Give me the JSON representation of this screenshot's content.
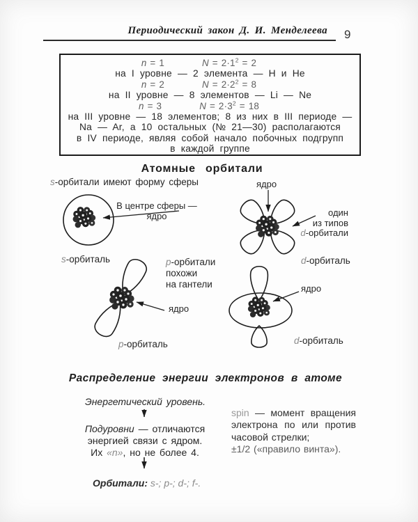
{
  "colors": {
    "ink": "#262626",
    "muted_gray": "#8a8a8a",
    "formula_gray": "#5f5f5f"
  },
  "page": {
    "number": "9"
  },
  "header": {
    "title": "Периодический закон Д. И. Менделеева"
  },
  "box": {
    "lines": [
      {
        "nL": "n",
        "nRest": " = 1",
        "NL": "N",
        "NMid": " = 2·1",
        "NSup": "2",
        "NPost": " = 2"
      },
      {
        "text": "на I уровне — 2 элемента — H и He"
      },
      {
        "nL": "n",
        "nRest": " = 2",
        "NL": "N",
        "NMid": " = 2·2",
        "NSup": "2",
        "NPost": " = 8"
      },
      {
        "text": "на II уровне — 8 элементов — Li — Ne"
      },
      {
        "nL": "n",
        "nRest": " = 3",
        "NL": "N",
        "NMid": " = 2·3",
        "NSup": "2",
        "NPost": " = 18"
      },
      {
        "text": "на III уровне — 18 элементов; 8 из них в III периоде —"
      },
      {
        "text": "Na — Ar, а 10 остальных (№ 21—30) располагаются"
      },
      {
        "text": "в IV периоде, являя собой начало побочных подгрупп"
      },
      {
        "text": "в каждой группе"
      }
    ]
  },
  "orbitals": {
    "title": "Атомные орбитали",
    "intro": {
      "prefix": "s",
      "rest": "-орбитали имеют форму сферы"
    },
    "s": {
      "callout_line1": "В центре сферы —",
      "callout_line2": "ядро",
      "label_prefix": "s",
      "label_rest": "-орбиталь"
    },
    "p": {
      "desc_prefix": "p",
      "desc_line1_rest": "-орбитали",
      "desc_line2": "похожи",
      "desc_line3": "на гантели",
      "nucleus_label": "ядро",
      "label_prefix": "p",
      "label_rest": "-орбиталь"
    },
    "d_clover": {
      "nucleus_label": "ядро",
      "callout_line1": "один",
      "callout_line2": "из типов",
      "callout_line3_prefix": "d",
      "callout_line3_rest": "-орбитали",
      "label_prefix": "d",
      "label_rest": "-орбиталь"
    },
    "d_ring": {
      "nucleus_label": "ядро",
      "label_prefix": "d",
      "label_rest": "-орбиталь"
    }
  },
  "energy": {
    "title": "Распределение энергии электронов в атоме",
    "level_line": "Энергетический уровень.",
    "sub_prefix": "Подуровни",
    "sub_rest": " — отличаются",
    "sub_line2": "энергией связи с ядром.",
    "sub_line3_pre": "Их ",
    "sub_line3_n": "«n»",
    "sub_line3_post": ", но не более 4.",
    "orbitals_label": "Орбитали:",
    "orbitals_values": " s-; p-; d-; f-.",
    "spin_word": "spin",
    "spin_rest": " — момент вращения электрона по или против часовой стрелки;",
    "spin_last_line": "±1/2 («правило винта»)."
  }
}
